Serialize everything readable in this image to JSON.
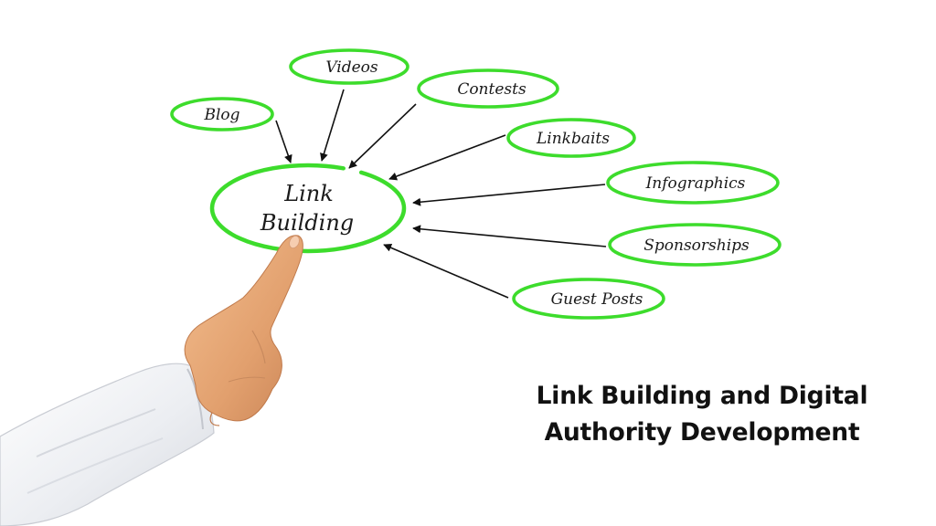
{
  "diagram": {
    "center": {
      "line1": "Link",
      "line2": "Building"
    },
    "nodes": [
      {
        "id": "blog",
        "label": "Blog"
      },
      {
        "id": "videos",
        "label": "Videos"
      },
      {
        "id": "contests",
        "label": "Contests"
      },
      {
        "id": "linkbaits",
        "label": "Linkbaits"
      },
      {
        "id": "infographics",
        "label": "Infographics"
      },
      {
        "id": "sponsorships",
        "label": "Sponsorships"
      },
      {
        "id": "guest_posts",
        "label": "Guest Posts"
      }
    ],
    "colors": {
      "ellipse": "#3ddc2c",
      "arrow": "#111111",
      "text": "#1a1a1a",
      "sleeve": "#f4f4f6",
      "skin": "#e8a878"
    }
  },
  "caption": {
    "line1": "Link Building and Digital",
    "line2": "Authority Development"
  }
}
